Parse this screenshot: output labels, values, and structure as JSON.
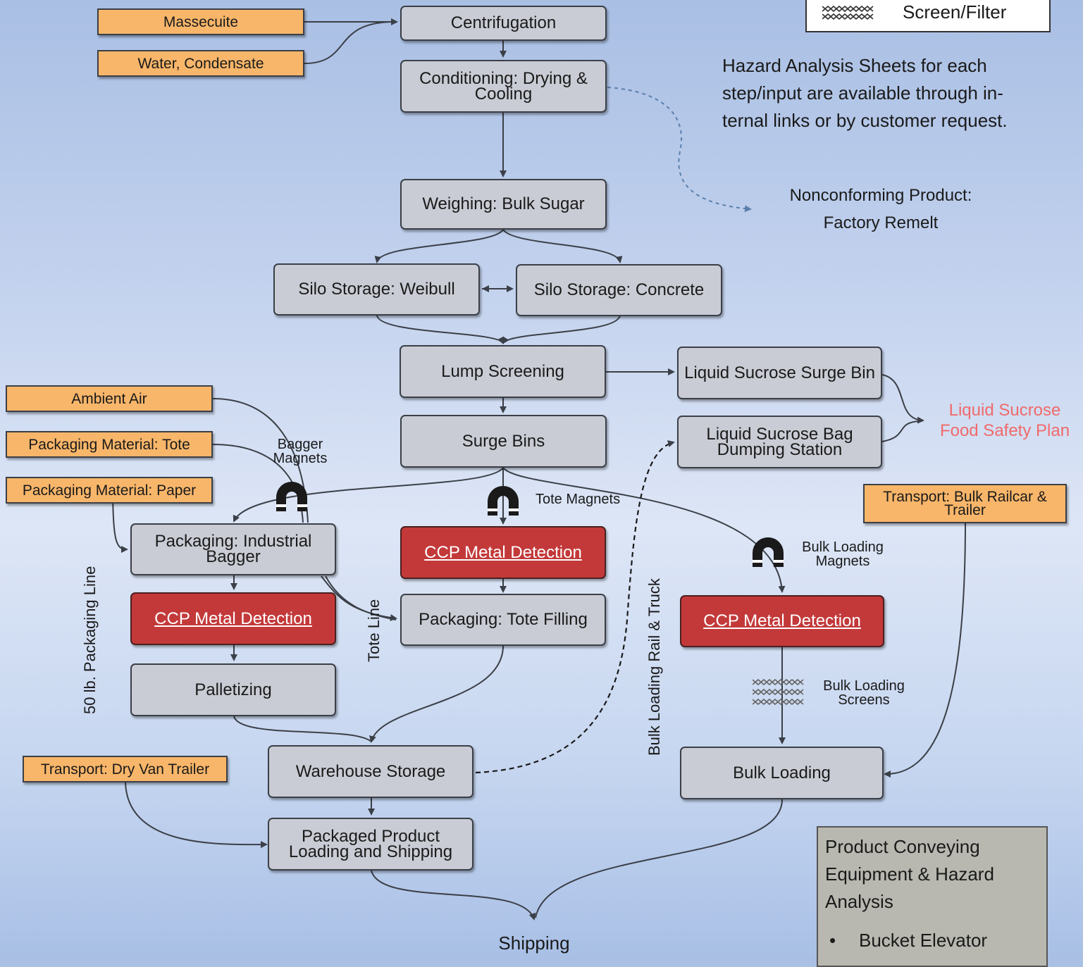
{
  "legend": {
    "label": "Screen/Filter"
  },
  "note": {
    "line1": "Hazard Analysis Sheets for each",
    "line2": "step/input are available through in-",
    "line3": "ternal links or by customer request."
  },
  "nonconforming": {
    "line1": "Nonconforming Product:",
    "line2": "Factory Remelt"
  },
  "liquid_plan": {
    "line1": "Liquid Sucrose",
    "line2": "Food Safety Plan"
  },
  "inputs": {
    "massecuite": "Massecuite",
    "water": "Water, Condensate",
    "ambient_air": "Ambient Air",
    "pkg_tote": "Packaging Material: Tote",
    "pkg_paper": "Packaging Material: Paper",
    "transport_railcar": "Transport: Bulk Railcar & Trailer",
    "transport_dry_van": "Transport: Dry Van Trailer"
  },
  "steps": {
    "centrifugation": "Centrifugation",
    "conditioning": "Conditioning: Drying & Cooling",
    "weighing": "Weighing: Bulk Sugar",
    "silo_weibull": "Silo Storage: Weibull",
    "silo_concrete": "Silo Storage: Concrete",
    "lump_screening": "Lump Screening",
    "surge_bins": "Surge Bins",
    "liquid_surge_bin": "Liquid Sucrose Surge Bin",
    "liquid_bag_dump": "Liquid Sucrose Bag Dumping Station",
    "pkg_bagger": "Packaging: Industrial Bagger",
    "ccp_left": "CCP Metal Detection",
    "palletizing": "Palletizing",
    "ccp_middle": "CCP Metal Detection",
    "tote_filling": "Packaging: Tote Filling",
    "ccp_right": "CCP Metal Detection",
    "warehouse": "Warehouse Storage",
    "packaged_loading": "Packaged Product Loading and Shipping",
    "bulk_loading": "Bulk Loading"
  },
  "labels": {
    "bagger_magnets": "Bagger Magnets",
    "tote_magnets": "Tote Magnets",
    "bulk_loading_magnets": "Bulk Loading Magnets",
    "bulk_loading_screens": "Bulk Loading Screens",
    "line_50lb": "50 lb. Packaging Line",
    "line_tote": "Tote Line",
    "line_bulk": "Bulk Loading Rail & Truck",
    "shipping": "Shipping"
  },
  "panel": {
    "title": "Product Conveying Equipment & Hazard Analysis",
    "items": [
      "Bucket Elevator"
    ]
  },
  "colors": {
    "process_box": "#c9ccd4",
    "input_box": "#f8b66a",
    "ccp_box": "#c3393a",
    "liquid_plan_text": "#f06a6a",
    "dashed_link": "#5a7faa"
  }
}
